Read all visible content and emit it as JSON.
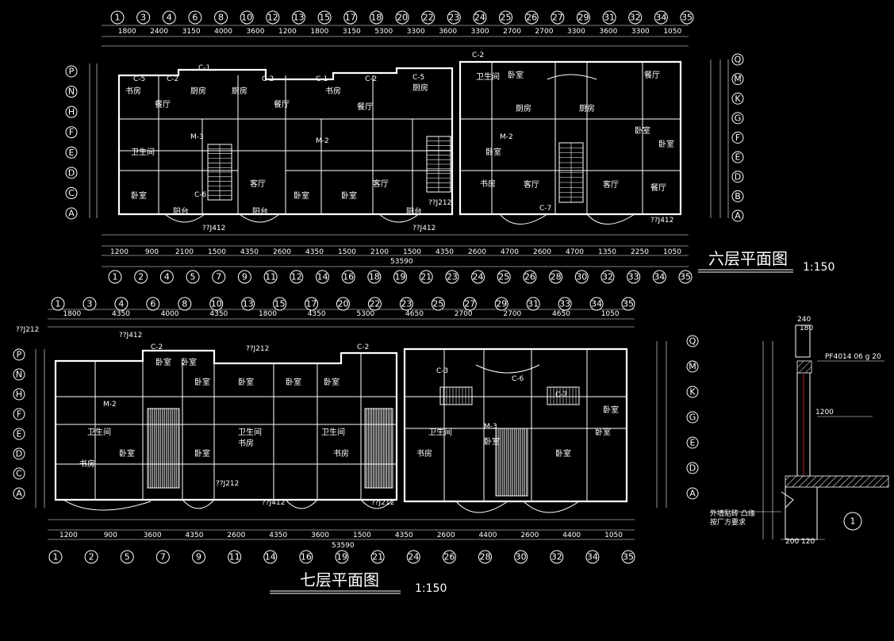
{
  "sheet": {
    "plan_6_title": "六层平面图",
    "plan_6_scale": "1:150",
    "plan_7_title": "七层平面图",
    "plan_7_scale": "1:150",
    "detail_number": "1",
    "detail_notes": [
      "外墙贴砖 凸缘",
      "按厂方要求"
    ],
    "detail_callout": "PF4014 06 g 20"
  },
  "plan6": {
    "top_axes": [
      "1",
      "3",
      "4",
      "6",
      "8",
      "10",
      "12",
      "13",
      "15",
      "17",
      "18",
      "20",
      "22",
      "23",
      "24",
      "25",
      "26",
      "27",
      "29",
      "31",
      "32",
      "34",
      "35"
    ],
    "top_dims": [
      "1800",
      "2400",
      "3150",
      "4000",
      "3600",
      "1200",
      "1800",
      "3150",
      "5300",
      "3300",
      "3600",
      "3300",
      "2700",
      "2700",
      "3300",
      "3600",
      "3300",
      "1050"
    ],
    "bottom_axes": [
      "1",
      "2",
      "4",
      "5",
      "7",
      "9",
      "11",
      "12",
      "14",
      "16",
      "18",
      "19",
      "21",
      "23",
      "24",
      "25",
      "26",
      "28",
      "30",
      "32",
      "33",
      "34",
      "35"
    ],
    "bottom_dims": [
      "1200",
      "900",
      "2100",
      "1500",
      "4350",
      "2600",
      "4350",
      "1500",
      "2100",
      "1500",
      "4350",
      "2600",
      "4700",
      "2600",
      "4700",
      "1350",
      "2250",
      "1050"
    ],
    "total_dim": "53590",
    "left_axes": [
      "P",
      "N",
      "H",
      "F",
      "E",
      "D",
      "C",
      "A"
    ],
    "right_axes": [
      "Q",
      "M",
      "K",
      "G",
      "F",
      "E",
      "D",
      "B",
      "A"
    ],
    "rooms": [
      "厨房",
      "厨房",
      "餐厅",
      "餐厅",
      "餐厅",
      "厨房",
      "客厅",
      "客厅",
      "卧室",
      "卧室",
      "卧室",
      "阳台",
      "阳台",
      "阳台",
      "书房",
      "书房",
      "书房",
      "卫生间",
      "卫生间",
      "厨房",
      "厨房",
      "客厅",
      "客厅",
      "餐厅",
      "餐厅",
      "卧室",
      "卧室",
      "卧室",
      "卧室"
    ],
    "tags": [
      "C-1",
      "C-2",
      "C-5",
      "C-2",
      "C-1",
      "C-2",
      "C-5",
      "C-6",
      "C-7",
      "C-2",
      "M-2",
      "M-2",
      "M-3",
      "??J412",
      "??J212",
      "??J412",
      "??J412"
    ]
  },
  "plan7": {
    "top_axes": [
      "1",
      "3",
      "4",
      "6",
      "8",
      "10",
      "13",
      "15",
      "17",
      "20",
      "22",
      "23",
      "25",
      "27",
      "29",
      "31",
      "33",
      "34",
      "35"
    ],
    "top_dims": [
      "1800",
      "4350",
      "4000",
      "4350",
      "1800",
      "4350",
      "5300",
      "4650",
      "2700",
      "2700",
      "4650",
      "1050"
    ],
    "bottom_axes": [
      "1",
      "2",
      "5",
      "7",
      "9",
      "11",
      "14",
      "16",
      "19",
      "21",
      "24",
      "26",
      "28",
      "30",
      "32",
      "34",
      "35"
    ],
    "bottom_dims": [
      "1200",
      "900",
      "3600",
      "4350",
      "2600",
      "4350",
      "3600",
      "1500",
      "4350",
      "2600",
      "4400",
      "2600",
      "4400",
      "1050"
    ],
    "total_dim": "53590",
    "left_axes": [
      "P",
      "N",
      "H",
      "F",
      "E",
      "D",
      "C",
      "A"
    ],
    "right_axes": [
      "Q",
      "M",
      "K",
      "G",
      "E",
      "D",
      "A"
    ],
    "rooms": [
      "卧室",
      "卧室",
      "卧室",
      "卧室",
      "卧室",
      "卧室",
      "卧室",
      "卧室",
      "书房",
      "书房",
      "书房",
      "书房",
      "卫生间",
      "卫生间",
      "卫生间",
      "卫生间",
      "卧室",
      "卧室",
      "卧室",
      "卧室"
    ],
    "tags": [
      "??J212",
      "??J412",
      "??J212",
      "??J212",
      "??J412",
      "??J212",
      "C-2",
      "C-2",
      "C-3",
      "C-6",
      "C-7",
      "M-2",
      "M-3"
    ]
  }
}
